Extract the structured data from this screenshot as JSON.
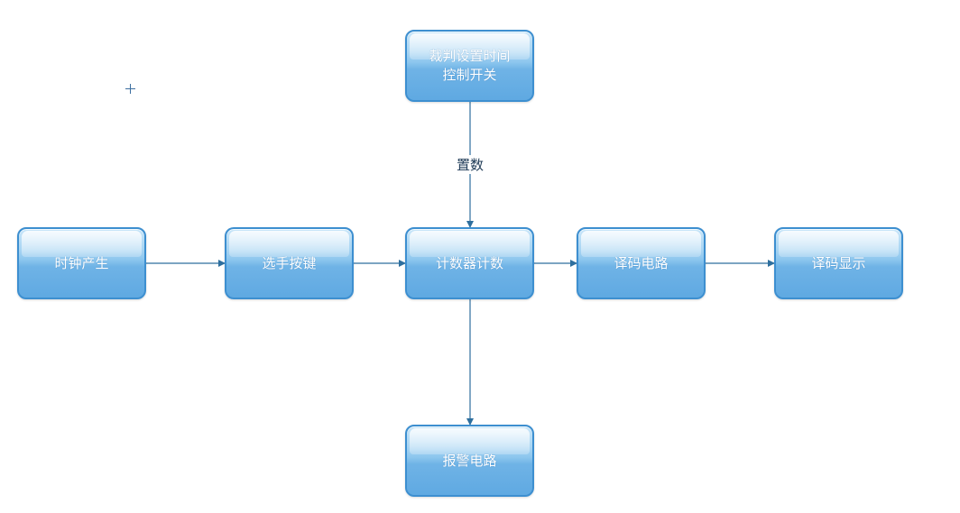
{
  "diagram": {
    "nodes": {
      "clock": {
        "lines": [
          "时钟产生"
        ]
      },
      "select": {
        "lines": [
          "选手按键"
        ]
      },
      "counter": {
        "lines": [
          "计数器计数"
        ]
      },
      "decode": {
        "lines": [
          "译码电路"
        ]
      },
      "display": {
        "lines": [
          "译码显示"
        ]
      },
      "judge": {
        "lines": [
          "裁判设置时间",
          "控制开关"
        ]
      },
      "alarm": {
        "lines": [
          "报警电路"
        ]
      }
    },
    "edges": [
      {
        "from": "clock",
        "to": "select"
      },
      {
        "from": "select",
        "to": "counter"
      },
      {
        "from": "counter",
        "to": "decode"
      },
      {
        "from": "decode",
        "to": "display"
      },
      {
        "from": "judge",
        "to": "counter",
        "label": "置数"
      },
      {
        "from": "counter",
        "to": "alarm"
      }
    ],
    "edge_label_judge": "置数",
    "colors": {
      "node_border": "#3d8fd0",
      "node_fill": "#6fb3e6",
      "connector": "#2e6f9e",
      "text": "#ffffff"
    }
  }
}
